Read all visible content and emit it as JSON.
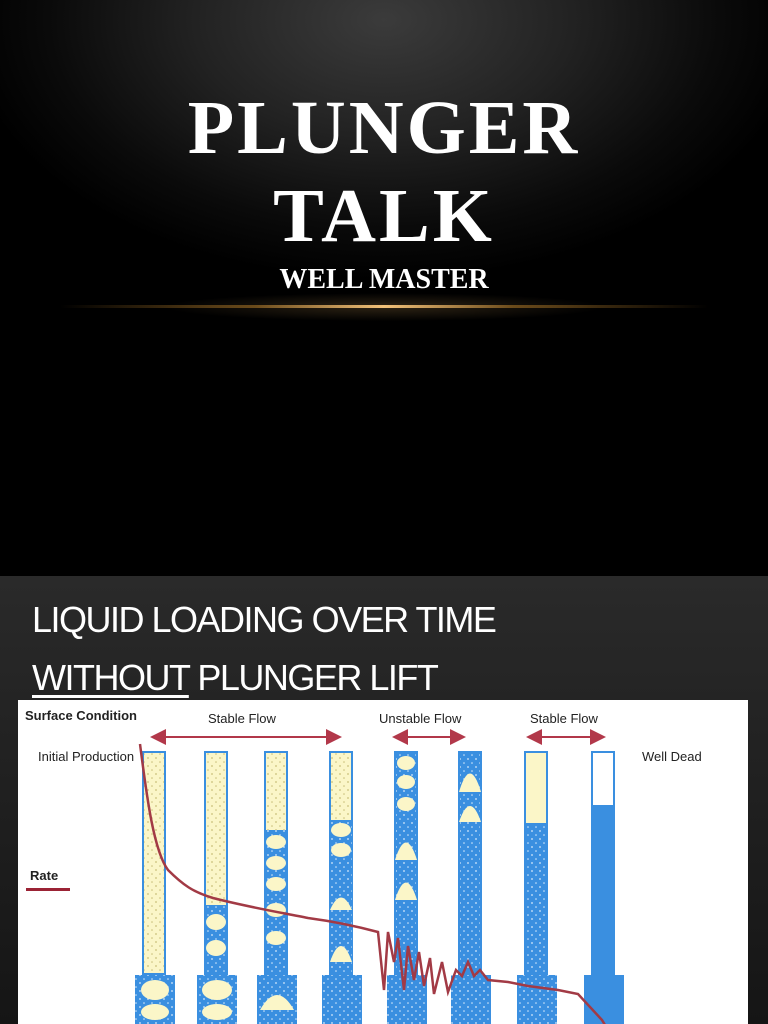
{
  "slide1": {
    "title_line1": "PLUNGER",
    "title_line2": "TALK",
    "subtitle": "WELL MASTER"
  },
  "slide2": {
    "heading_line1": "LIQUID LOADING OVER TIME",
    "heading_line2_underlined": "WITHOUT",
    "heading_line2_rest": " PLUNGER LIFT",
    "diagram": {
      "surface_condition": "Surface Condition",
      "stable_flow_left": "Stable Flow",
      "unstable_flow": "Unstable Flow",
      "stable_flow_right": "Stable Flow",
      "initial_production": "Initial Production",
      "well_dead": "Well Dead",
      "rate": "Rate",
      "colors": {
        "liquid": "#3a8fe0",
        "gas": "#fbf6c8",
        "rate_line": "#a23a45",
        "arrow": "#b2384a"
      }
    }
  }
}
